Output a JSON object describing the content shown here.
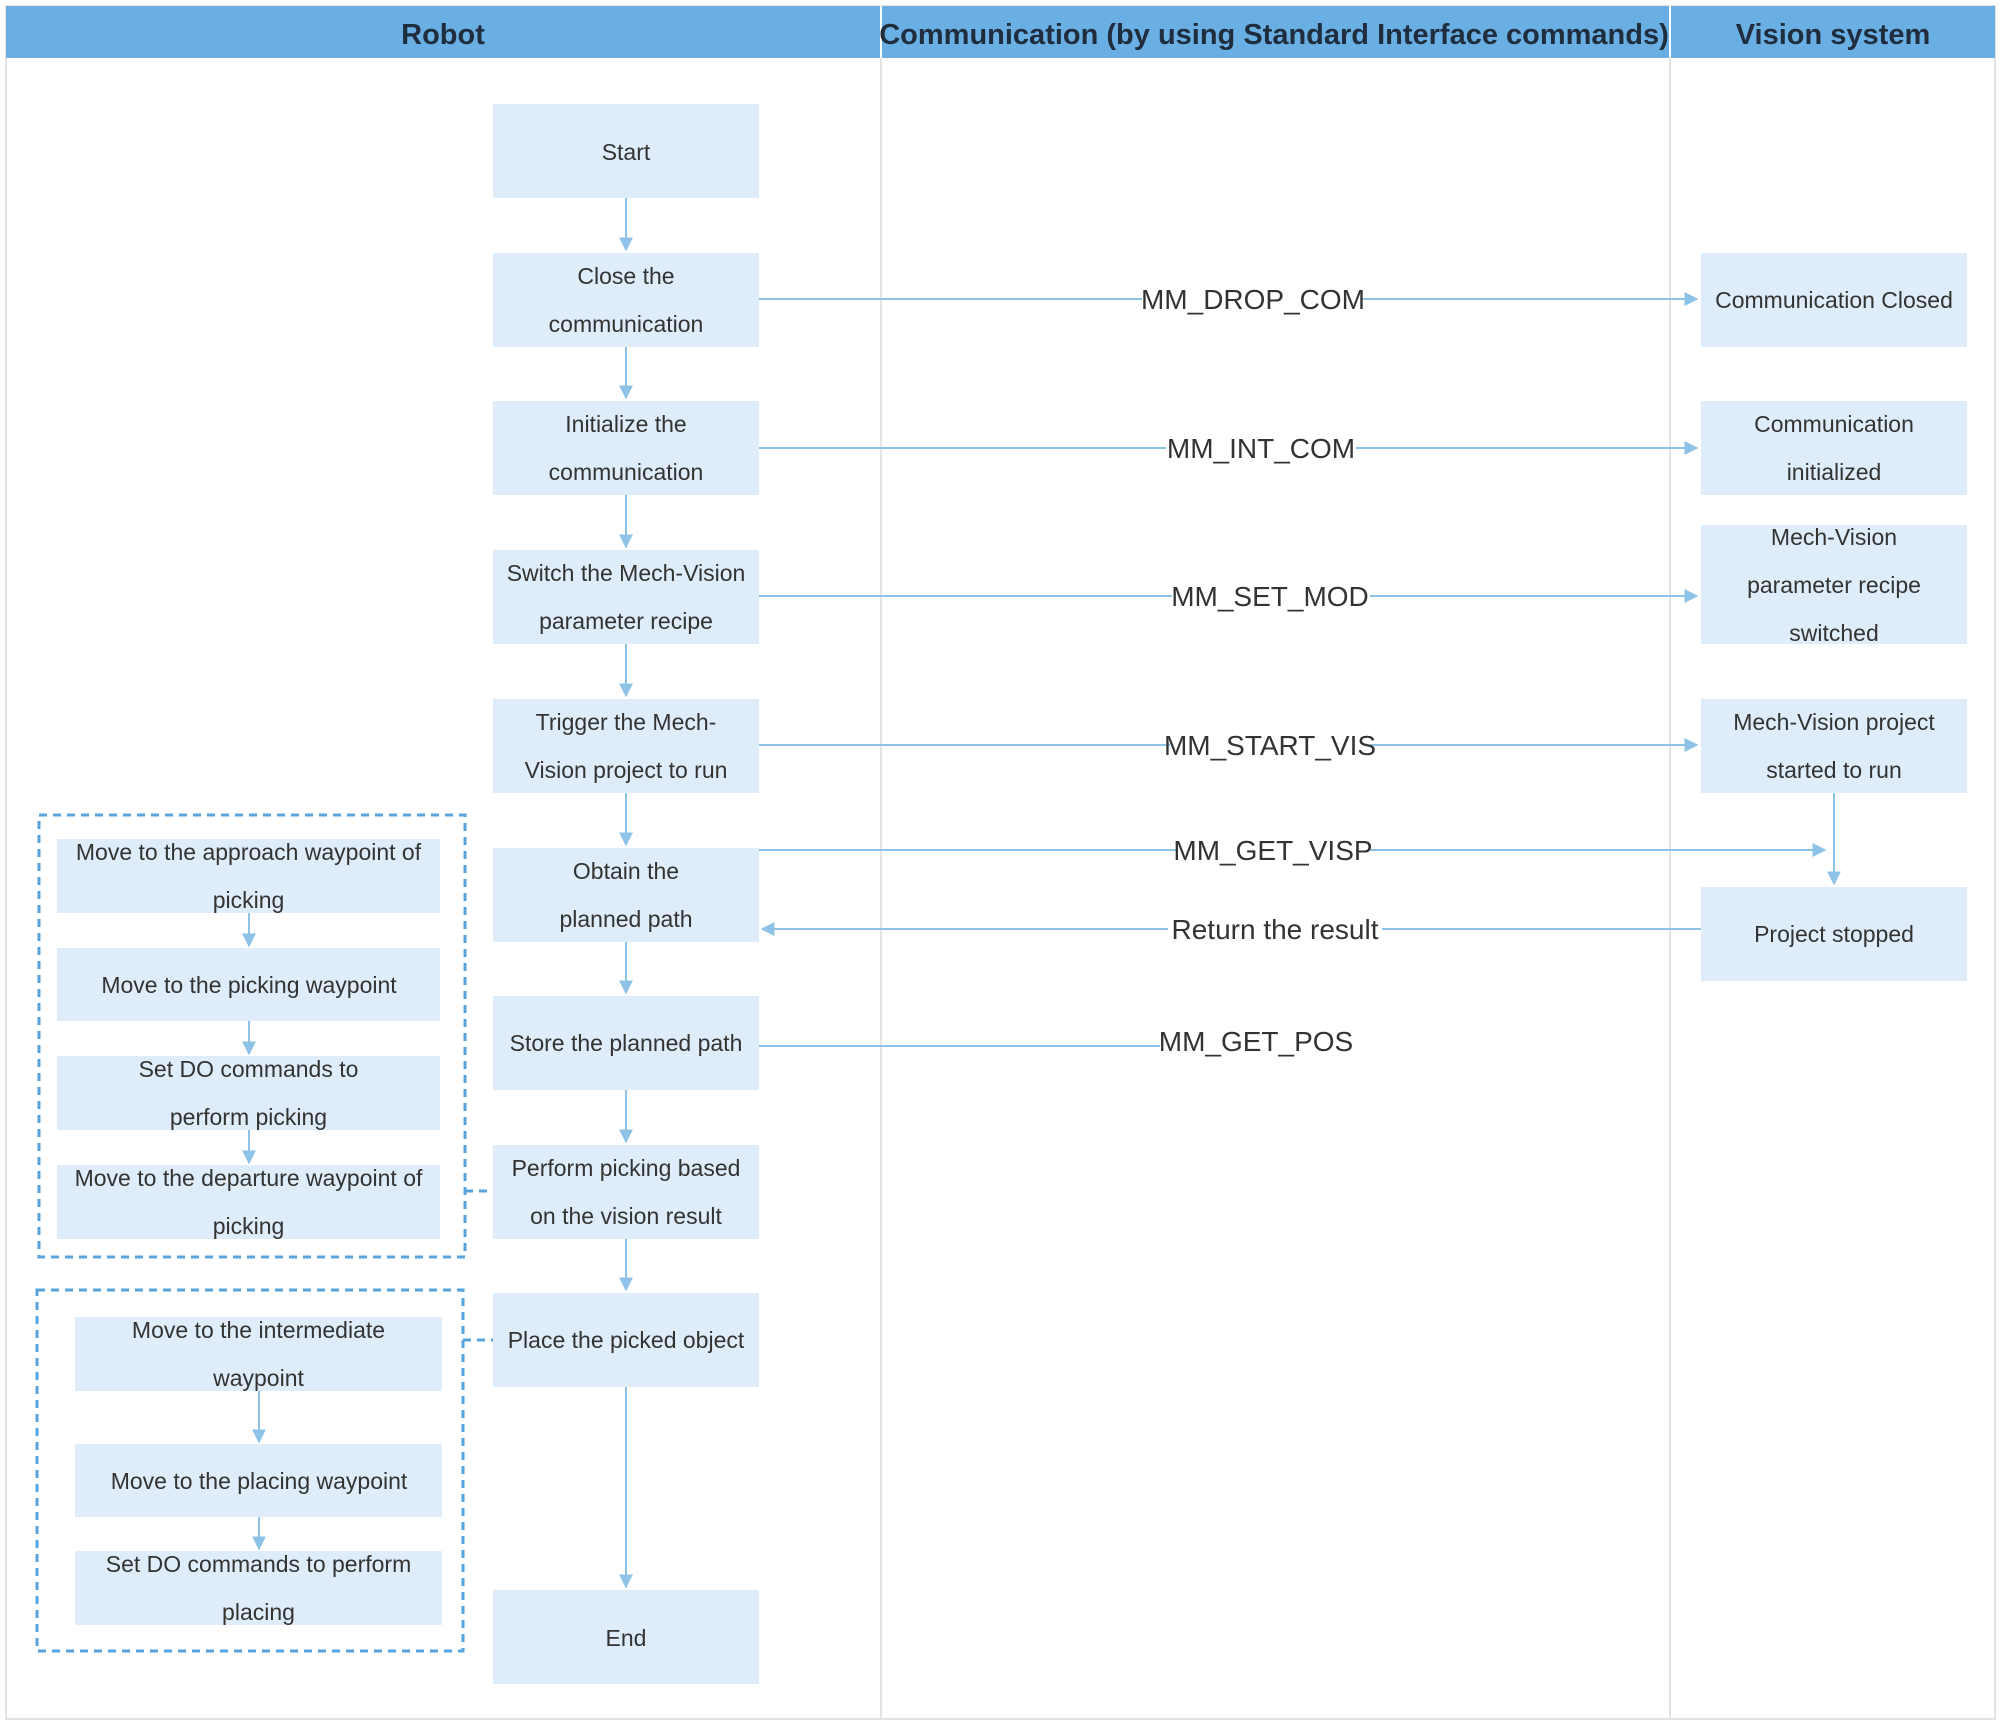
{
  "lanes": {
    "robot": "Robot",
    "communication": "Communication (by using Standard Interface commands)",
    "vision": "Vision system"
  },
  "robot_steps": [
    "Start",
    "Close the communication",
    "Initialize the communication",
    "Switch the Mech-Vision parameter recipe",
    "Trigger the Mech-Vision project to run",
    "Obtain the planned path",
    "Store the planned path",
    "Perform picking based on the vision result",
    "Place the picked object",
    "End"
  ],
  "picking_substeps": [
    "Move to the approach waypoint of picking",
    "Move to the picking waypoint",
    "Set DO commands to perform picking",
    "Move to the departure waypoint of picking"
  ],
  "placing_substeps": [
    "Move to the intermediate waypoint",
    "Move to the placing waypoint",
    "Set DO commands to perform placing"
  ],
  "commands": [
    "MM_DROP_COM",
    "MM_INT_COM",
    "MM_SET_MOD",
    "MM_START_VIS",
    "MM_GET_VISP",
    "Return the result",
    "MM_GET_POS"
  ],
  "vision_states": [
    "Communication Closed",
    "Communication initialized",
    "Mech-Vision parameter recipe switched",
    "Mech-Vision project started to run",
    "Project stopped"
  ],
  "colors": {
    "header_fill": "#6aafe4",
    "box_fill": "#deedf9",
    "line": "#8ec3e8",
    "dashed_border": "#56a3dd",
    "grid": "#e3e3e3"
  }
}
